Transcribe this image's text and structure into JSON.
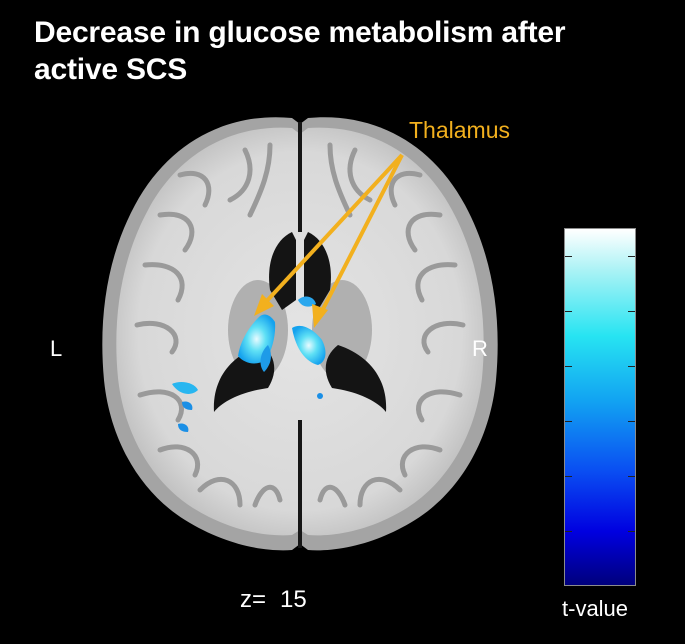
{
  "title": {
    "line1": "Decrease in glucose metabolism after",
    "line2": "active SCS"
  },
  "orientation": {
    "left": "L",
    "right": "R"
  },
  "annotation": {
    "label": "Thalamus",
    "color": "#f2b01e"
  },
  "slice": {
    "label": "z=",
    "value": "15"
  },
  "colorbar": {
    "label": "t-value",
    "colors": [
      "#ffffff",
      "#27e4f2",
      "#12a4f2",
      "#0a4ef2",
      "#00007c"
    ]
  }
}
